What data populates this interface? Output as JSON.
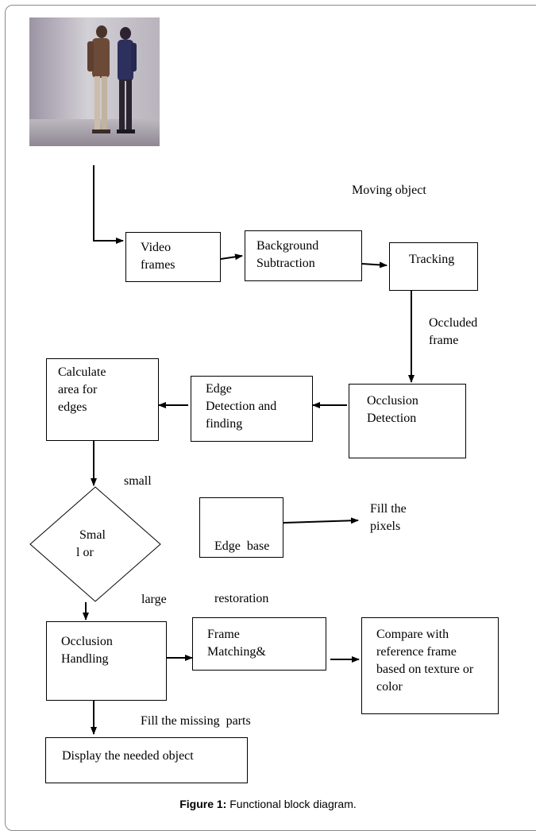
{
  "diagram": {
    "nodes": {
      "video_frames": [
        "Video",
        "frames"
      ],
      "background_subtraction": [
        "Background",
        "Subtraction"
      ],
      "tracking": [
        "Tracking"
      ],
      "occlusion_detection": [
        "Occlusion",
        "Detection"
      ],
      "edge_detection": [
        "Edge",
        "Detection and",
        "finding"
      ],
      "calculate_area": [
        "Calculate",
        "area for",
        "edges"
      ],
      "decision": [
        "Smal",
        "l or"
      ],
      "edge_base_restoration": [
        "Edge  base",
        "restoration"
      ],
      "occlusion_handling": [
        "Occlusion",
        "Handling"
      ],
      "frame_matching": [
        "Frame",
        "Matching&"
      ],
      "compare_reference": [
        "Compare with",
        "reference frame",
        "based on texture or",
        "color"
      ],
      "display_object": [
        "Display the needed object"
      ]
    },
    "labels": {
      "moving_object": "Moving object",
      "occluded_frame": [
        "Occluded",
        "frame"
      ],
      "small": "small",
      "large": "large",
      "fill_pixels": [
        "Fill the",
        "pixels"
      ],
      "fill_missing": "Fill the missing  parts"
    }
  },
  "photo": {
    "description_icon": "two-people-photo-icon"
  },
  "caption": {
    "label": "Figure 1:",
    "text": " Functional block diagram."
  }
}
